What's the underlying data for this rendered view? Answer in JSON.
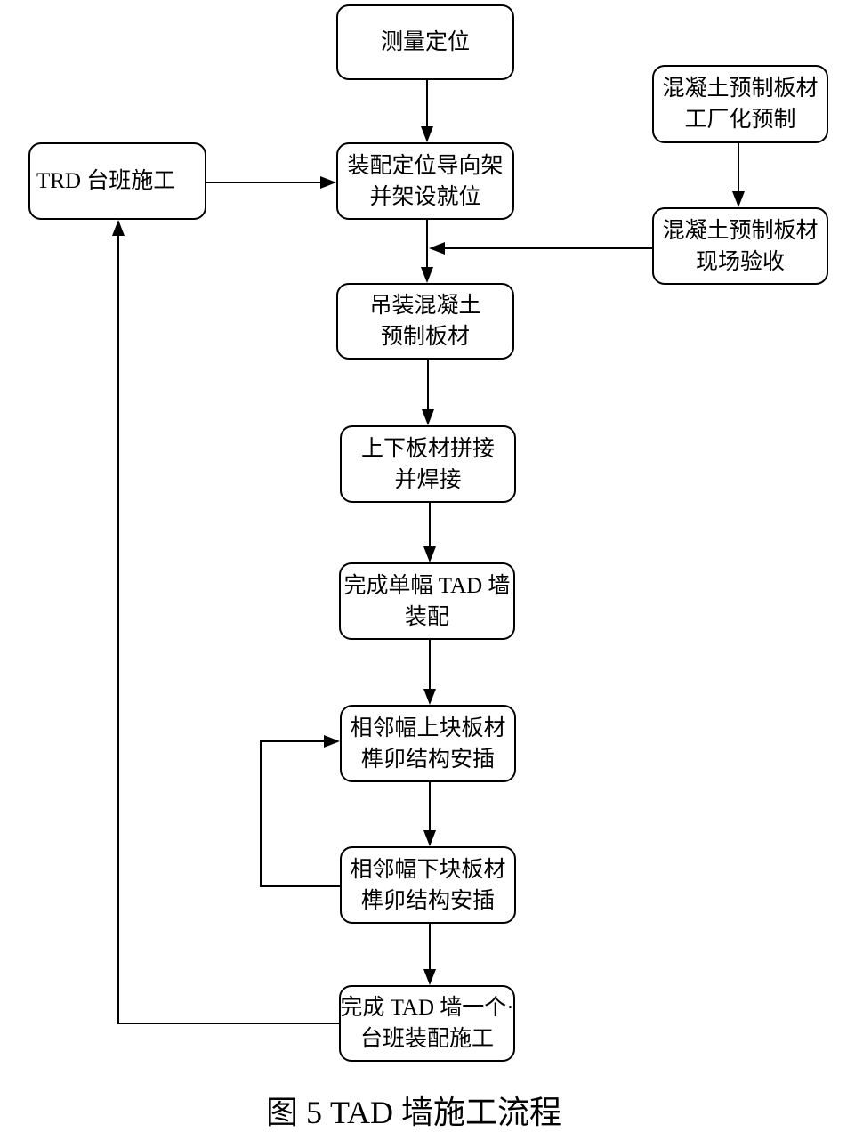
{
  "flowchart": {
    "measure_position": {
      "line1": "测量定位"
    },
    "factory_prefab": {
      "line1": "混凝土预制板材",
      "line2": "工厂化预制"
    },
    "trd_shift": {
      "line1": "TRD 台班施工"
    },
    "guide_frame": {
      "line1": "装配定位导向架",
      "line2": "并架设就位"
    },
    "site_acceptance": {
      "line1": "混凝土预制板材",
      "line2": "现场验收"
    },
    "hoist_panels": {
      "line1": "吊装混凝土",
      "line2": "预制板材"
    },
    "splice_weld": {
      "line1": "上下板材拼接",
      "line2": "并焊接"
    },
    "single_wall_done": {
      "line1": "完成单幅 TAD 墙",
      "line2": "装配"
    },
    "upper_mortise": {
      "line1": "相邻幅上块板材",
      "line2": "榫卯结构安插"
    },
    "lower_mortise": {
      "line1": "相邻幅下块板材",
      "line2": "榫卯结构安插"
    },
    "shift_done": {
      "line1": "完成 TAD 墙一个·",
      "line2": "台班装配施工"
    }
  },
  "caption": "图 5 TAD 墙施工流程",
  "colors": {
    "stroke": "#000000",
    "background": "#ffffff",
    "text": "#000000"
  }
}
